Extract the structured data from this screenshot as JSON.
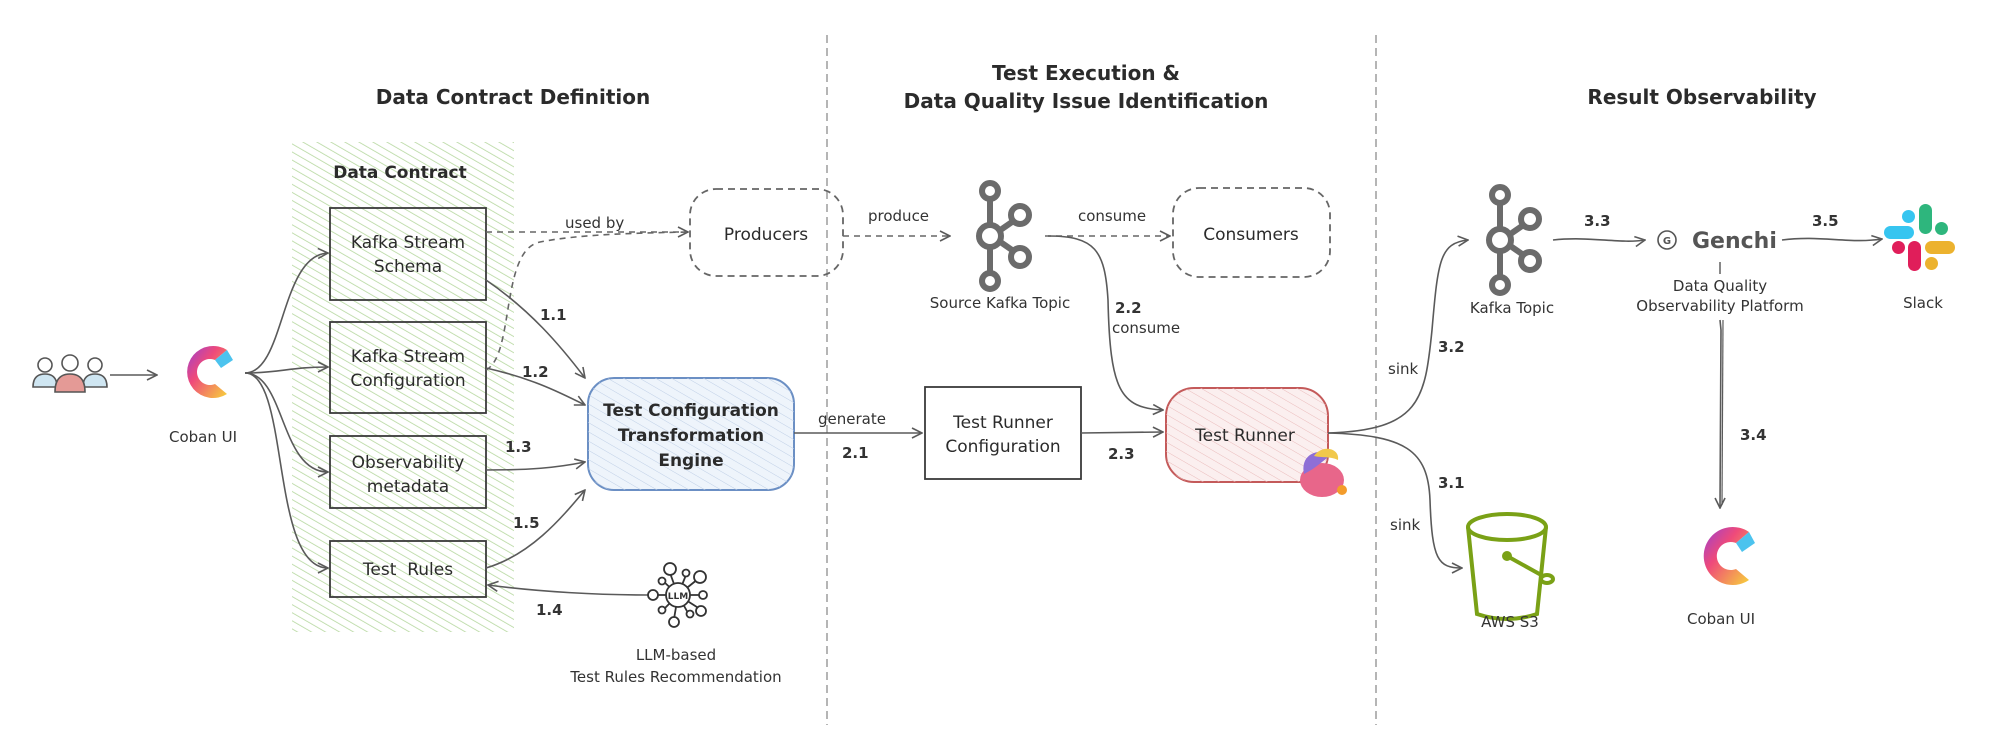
{
  "sections": {
    "definition": {
      "title": "Data Contract Definition"
    },
    "execution": {
      "title_line1": "Test Execution &",
      "title_line2": "Data Quality Issue Identification"
    },
    "observability": {
      "title": "Result Observability"
    }
  },
  "actors": {
    "users_icon": "users-group-icon"
  },
  "coban_ui_left": {
    "label": "Coban UI",
    "icon": "coban-logo-icon"
  },
  "data_contract": {
    "title": "Data Contract",
    "items": [
      {
        "line1": "Kafka Stream",
        "line2": "Schema"
      },
      {
        "line1": "Kafka Stream",
        "line2": "Configuration"
      },
      {
        "line1": "Observability",
        "line2": "metadata"
      },
      {
        "line1": "Test  Rules",
        "line2": ""
      }
    ]
  },
  "engine": {
    "line1": "Test Configuration",
    "line2": "Transformation",
    "line3": "Engine"
  },
  "producers": {
    "label": "Producers"
  },
  "consumers": {
    "label": "Consumers"
  },
  "source_kafka": {
    "label": "Source Kafka Topic",
    "icon": "kafka-icon"
  },
  "llm": {
    "line1": "LLM-based",
    "line2": "Test Rules Recommendation",
    "badge": "LLM"
  },
  "runner_config": {
    "line1": "Test Runner",
    "line2": "Configuration"
  },
  "runner": {
    "label": "Test Runner",
    "icon": "flink-squirrel-icon"
  },
  "kafka_topic": {
    "label": "Kafka Topic",
    "icon": "kafka-icon"
  },
  "genchi": {
    "name": "Genchi",
    "badge": "G",
    "line1": "Data Quality",
    "line2": "Observability Platform"
  },
  "slack": {
    "label": "Slack",
    "colors": [
      "#36C5F0",
      "#2EB67D",
      "#E01E5A",
      "#ECB22E"
    ]
  },
  "s3": {
    "label": "AWS S3",
    "color": "#7AA116"
  },
  "coban_ui_right": {
    "label": "Coban UI"
  },
  "edges": {
    "used_by": "used by",
    "produce": "produce",
    "consume": "consume",
    "e11": "1.1",
    "e12": "1.2",
    "e13": "1.3",
    "e14": "1.4",
    "e15": "1.5",
    "generate": "generate",
    "e21": "2.1",
    "e22": "2.2",
    "e22_label": "consume",
    "e23": "2.3",
    "e31": "3.1",
    "e32": "3.2",
    "sink1": "sink",
    "sink2": "sink",
    "e33": "3.3",
    "e34": "3.4",
    "e35": "3.5"
  },
  "colors": {
    "contract_hatch": "#a8d08d",
    "engine_border": "#6b8fc4",
    "engine_fill": "#eef4fb",
    "runner_border": "#c45a5a",
    "runner_fill": "#fbefef"
  }
}
